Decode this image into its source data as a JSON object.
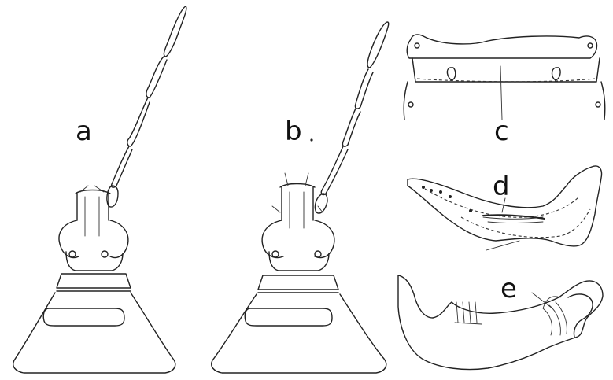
{
  "labels": {
    "a": "a",
    "b": "b",
    "c": "c",
    "d": "d",
    "e": "e"
  },
  "colors": {
    "ink": "#222222",
    "paper": "#ffffff"
  }
}
